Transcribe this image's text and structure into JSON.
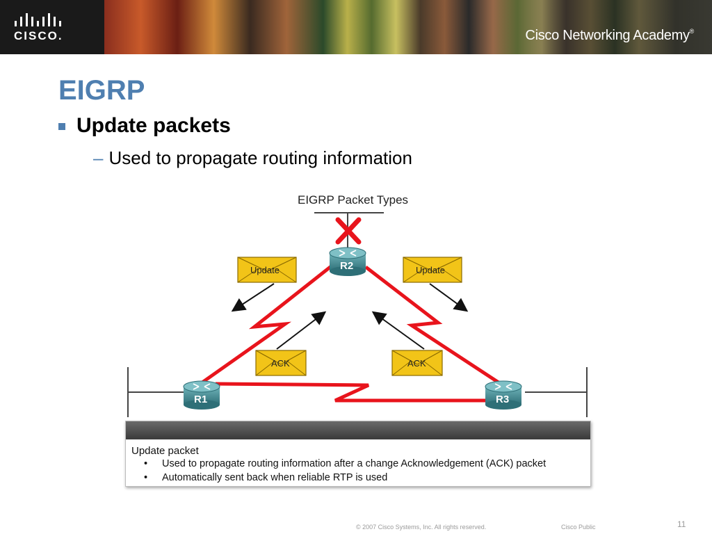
{
  "header": {
    "brand": "CISCO.",
    "academy": "Cisco Networking Academy",
    "academy_mark": "®"
  },
  "slide": {
    "title": "EIGRP",
    "bullet_main": "Update packets",
    "bullet_sub_dash": "–",
    "bullet_sub": "Used to propagate routing information"
  },
  "diagram": {
    "title": "EIGRP Packet Types",
    "routers": [
      "R1",
      "R2",
      "R3"
    ],
    "envelopes": {
      "update_left": "Update",
      "update_right": "Update",
      "ack_left": "ACK",
      "ack_right": "ACK"
    },
    "colors": {
      "link": "#e8141c",
      "router": "#3a8a92",
      "envelope": "#f2c418",
      "x_mark": "#e8141c"
    }
  },
  "info_box": {
    "heading": "Update packet",
    "bullet_symbol": "•",
    "items": [
      "Used to propagate routing information after a change Acknowledgement (ACK) packet",
      "Automatically sent back when reliable RTP is used"
    ]
  },
  "footer": {
    "copyright": "© 2007 Cisco Systems, Inc. All rights reserved.",
    "classification": "Cisco Public",
    "page": "11"
  },
  "theme": {
    "accent": "#4f7fb0"
  }
}
